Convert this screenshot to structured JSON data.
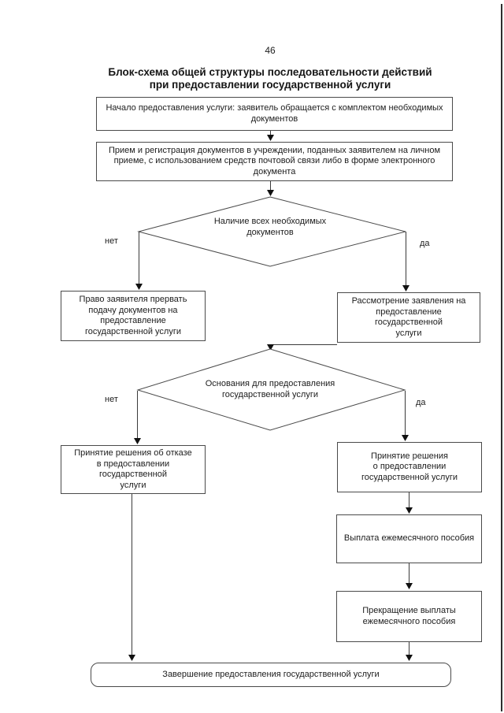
{
  "page": {
    "number": "46",
    "title": "Блок-схема общей структуры последовательности действий\nпри предоставлении государственной услуги"
  },
  "flowchart": {
    "nodes": {
      "start": "Начало предоставления услуги: заявитель обращается с комплектом необходимых\nдокументов",
      "reception": "Прием и регистрация документов в учреждении, поданных заявителем на личном\nприеме, с использованием средств почтовой связи либо в форме электронного\nдокумента",
      "decision_documents": "Наличие всех необходимых\nдокументов",
      "interrupt": "Право заявителя прервать\nподачу документов на\nпредоставление\nгосударственной услуги",
      "review": "Рассмотрение заявления на\nпредоставление государственной\nуслуги",
      "decision_grounds": "Основания для предоставления\nгосударственной услуги",
      "refusal": "Принятие решения об отказе\nв предоставлении\nгосударственной\nуслуги",
      "approval": "Принятие решения\nо предоставлении\nгосударственной услуги",
      "payment": "Выплата ежемесячного пособия",
      "termination": "Прекращение выплаты\nежемесячного пособия",
      "end": "Завершение предоставления государственной услуги"
    },
    "branch_labels": {
      "decision1_no": "нет",
      "decision1_yes": "да",
      "decision2_no": "нет",
      "decision2_yes": "да"
    }
  },
  "colors": {
    "ink": "#1c1c1c",
    "line": "#3a3a3a"
  }
}
